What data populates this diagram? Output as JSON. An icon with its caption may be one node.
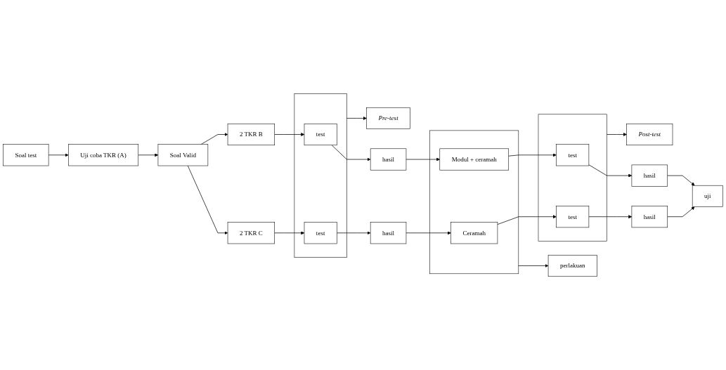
{
  "diagram": {
    "nodes": [
      {
        "text": [
          "Soal test"
        ]
      },
      {
        "text": [
          "Uji coba TKR (A)"
        ]
      },
      {
        "text": [
          "Soal Valid"
        ]
      },
      {
        "text": [
          "2 TKR B"
        ]
      },
      {
        "text": [
          "2 TKR C"
        ]
      },
      {
        "text": [],
        "shape": "box"
      },
      {
        "text": [
          "test"
        ],
        "in": 5
      },
      {
        "text": [
          "test"
        ],
        "in": 5
      },
      {
        "text": [
          "Pre-test"
        ]
      },
      {
        "text": [
          "hasil"
        ]
      },
      {
        "text": [
          "hasil"
        ]
      },
      {
        "text": [],
        "shape": "box"
      },
      {
        "text": [
          "Modul + ceramah"
        ],
        "in": 11
      },
      {
        "text": [
          "Ceramah"
        ],
        "in": 11
      },
      {
        "text": [
          "perlakuan"
        ]
      },
      {
        "text": [],
        "shape": "box"
      },
      {
        "text": [
          "test"
        ],
        "in": 15
      },
      {
        "text": [
          "test"
        ],
        "in": 15
      },
      {
        "text": [
          "Post-test"
        ]
      },
      {
        "text": [
          "hasil"
        ]
      },
      {
        "text": [
          "hasil"
        ]
      },
      {
        "text": [
          "uji"
        ]
      }
    ],
    "edges": [
      {
        "from": 0,
        "to": 1,
        "arrow": "to"
      },
      {
        "from": 1,
        "to": 2,
        "arrow": "to"
      },
      {
        "from": 2,
        "to": 3,
        "arrow": "to"
      },
      {
        "from": 2,
        "to": 4,
        "arrow": "to"
      },
      {
        "from": 3,
        "to": 6,
        "arrow": "to"
      },
      {
        "from": 4,
        "to": 7,
        "arrow": "to"
      },
      {
        "from": 6,
        "to": 9,
        "arrow": "to"
      },
      {
        "from": 7,
        "to": 10,
        "arrow": "to"
      },
      {
        "from": 9,
        "to": 12,
        "arrow": "to"
      },
      {
        "from": 10,
        "to": 13,
        "arrow": "to"
      },
      {
        "from": 12,
        "to": 16,
        "arrow": "to"
      },
      {
        "from": 13,
        "to": 17,
        "arrow": "to"
      },
      {
        "from": 16,
        "to": 19,
        "arrow": "to"
      },
      {
        "from": 17,
        "to": 20,
        "arrow": "to"
      },
      {
        "from": 19,
        "to": 21,
        "arrow": "to"
      },
      {
        "from": 20,
        "to": 21,
        "arrow": "to"
      },
      {
        "from": 5,
        "to": 8,
        "arrow": "to"
      },
      {
        "from": 11,
        "to": 14,
        "arrow": "to"
      },
      {
        "from": 15,
        "to": 18,
        "arrow": "to"
      }
    ]
  }
}
